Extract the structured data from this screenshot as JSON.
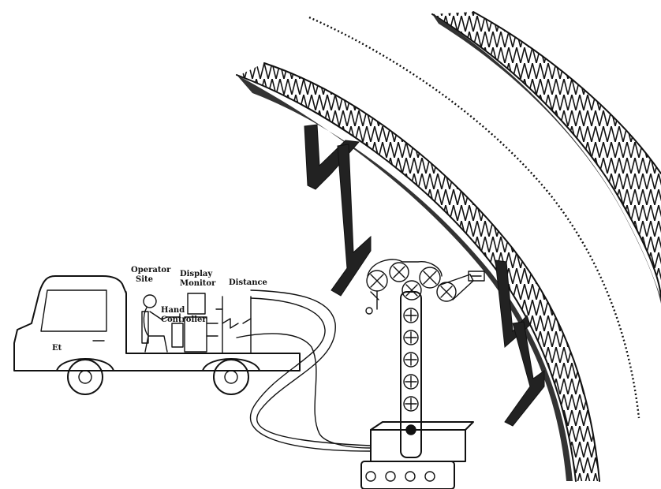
{
  "labels": {
    "operator_site_line1": "Operator",
    "operator_site_line2": "Site",
    "display_monitor_line1": "Display",
    "display_monitor_line2": "Monitor",
    "distance": "Distance",
    "hand_controller_line1": "Hand",
    "hand_controller_line2": "Controller",
    "truck_door_mark": "Et"
  },
  "colors": {
    "ink": "#111111",
    "background": "#ffffff"
  }
}
